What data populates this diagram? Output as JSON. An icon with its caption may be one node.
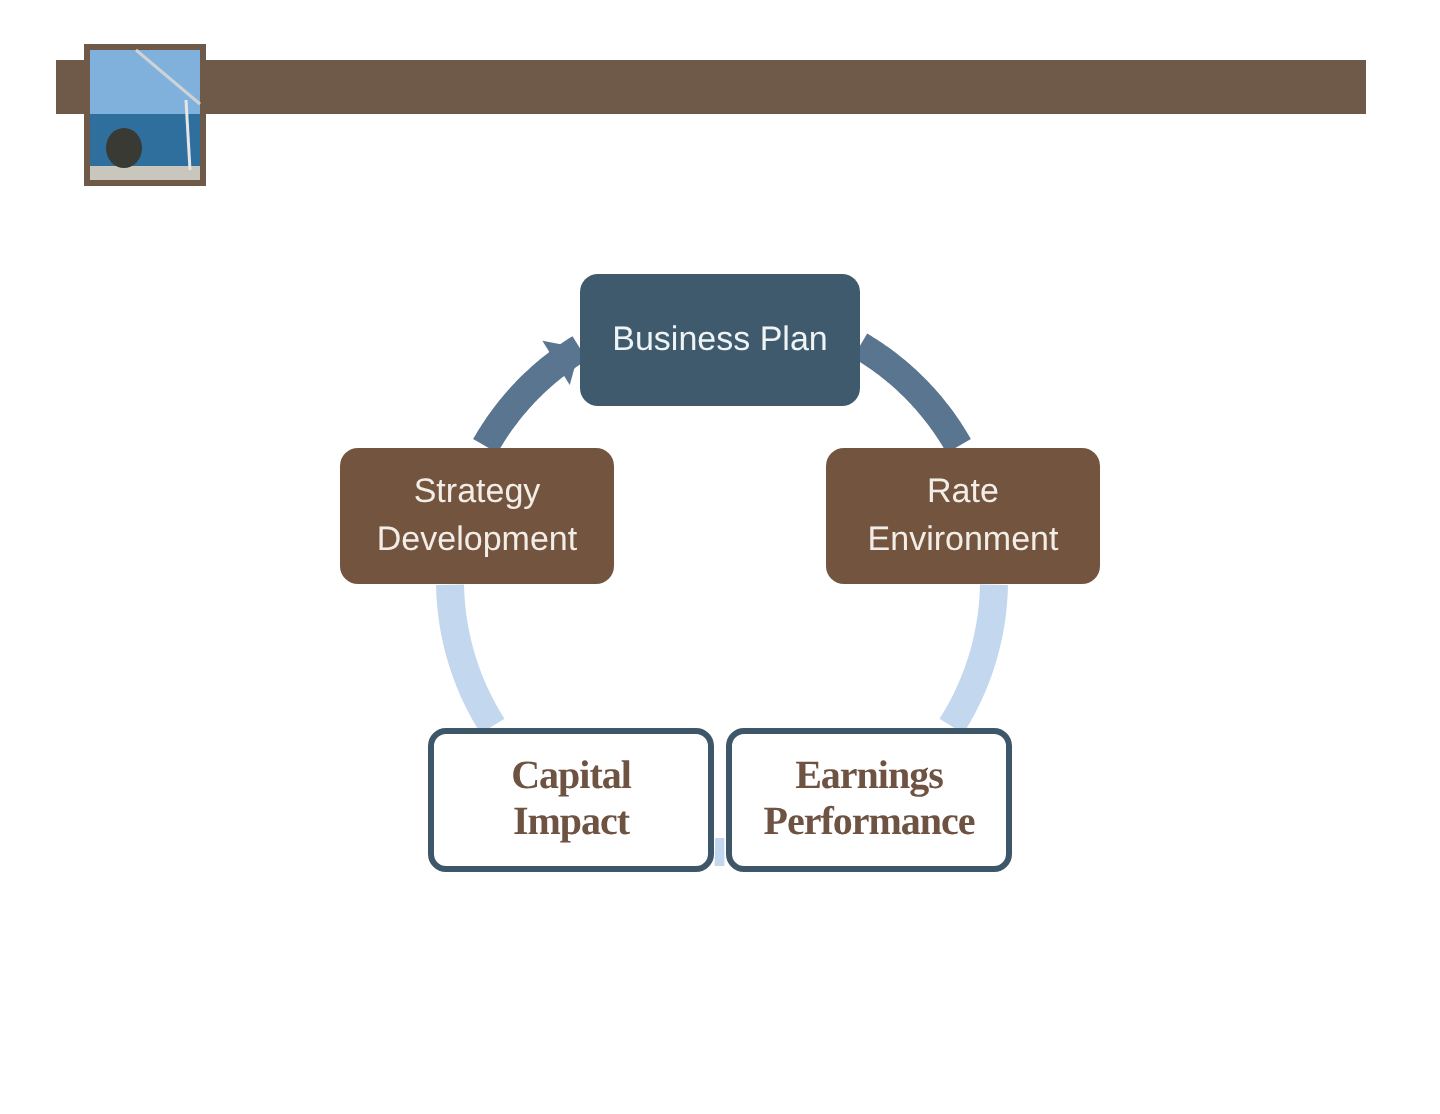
{
  "diagram": {
    "nodes": [
      {
        "text": [
          "Business Plan"
        ]
      },
      {
        "text": [
          "Rate Environment"
        ]
      },
      {
        "text": [
          "Strategy Development"
        ]
      },
      {
        "text": [
          "Capital Impact"
        ]
      },
      {
        "text": [
          "Earnings Performance"
        ]
      }
    ],
    "edges": [
      {
        "from": 0,
        "to": 1,
        "arrow": "none",
        "color": "#5a7590"
      },
      {
        "from": 1,
        "to": 4,
        "arrow": "none"
      },
      {
        "from": 4,
        "to": 3,
        "arrow": "none"
      },
      {
        "from": 3,
        "to": 2,
        "arrow": "none"
      },
      {
        "from": 2,
        "to": 0,
        "arrow": "to",
        "color": "#5a7590"
      }
    ]
  }
}
